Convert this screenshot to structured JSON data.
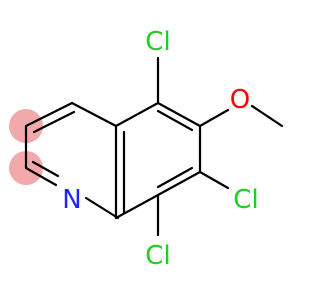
{
  "molecule": {
    "atoms": {
      "cl5": "Cl",
      "o6": "O",
      "cl7": "Cl",
      "cl8": "Cl",
      "n1": "N"
    },
    "colors": {
      "chlorine": "#22cc22",
      "oxygen": "#ff0000",
      "nitrogen": "#2222ff",
      "bond": "#000000",
      "highlight": "#f0a0a0"
    }
  }
}
